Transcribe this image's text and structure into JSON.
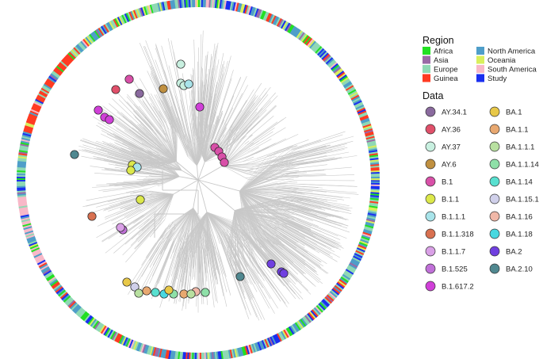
{
  "legend_region": {
    "title": "Region",
    "items": [
      {
        "label": "Africa",
        "color": "#22e022"
      },
      {
        "label": "Asia",
        "color": "#9a6aa6"
      },
      {
        "label": "Europe",
        "color": "#8fd9b4"
      },
      {
        "label": "Guinea",
        "color": "#ff3b22"
      },
      {
        "label": "North America",
        "color": "#4f9ec9"
      },
      {
        "label": "Oceania",
        "color": "#d9ef5c"
      },
      {
        "label": "South America",
        "color": "#f8b8c8"
      },
      {
        "label": "Study",
        "color": "#1a2ff0"
      }
    ]
  },
  "legend_data": {
    "title": "Data",
    "items": [
      {
        "label": "AY.34.1",
        "color": "#8a6a9e"
      },
      {
        "label": "AY.36",
        "color": "#e0506a"
      },
      {
        "label": "AY.37",
        "color": "#c8f0e0"
      },
      {
        "label": "AY.6",
        "color": "#c09040"
      },
      {
        "label": "B.1",
        "color": "#d850a8"
      },
      {
        "label": "B.1.1",
        "color": "#dce84a"
      },
      {
        "label": "B.1.1.1",
        "color": "#a8e4ea"
      },
      {
        "label": "B.1.1.318",
        "color": "#d87050"
      },
      {
        "label": "B.1.1.7",
        "color": "#d9a0e6"
      },
      {
        "label": "B.1.525",
        "color": "#c070d8"
      },
      {
        "label": "B.1.617.2",
        "color": "#d040d8"
      },
      {
        "label": "BA.1",
        "color": "#e8c848"
      },
      {
        "label": "BA.1.1",
        "color": "#e8a870"
      },
      {
        "label": "BA.1.1.1",
        "color": "#b8e0a0"
      },
      {
        "label": "BA.1.1.14",
        "color": "#8ee0a8"
      },
      {
        "label": "BA.1.14",
        "color": "#58e0d0"
      },
      {
        "label": "BA.1.15.1",
        "color": "#d0d0ea"
      },
      {
        "label": "BA.1.16",
        "color": "#f0b8a8"
      },
      {
        "label": "BA.1.18",
        "color": "#48d8e0"
      },
      {
        "label": "BA.2",
        "color": "#7040e0"
      },
      {
        "label": "BA.2.10",
        "color": "#508890"
      }
    ]
  }
}
